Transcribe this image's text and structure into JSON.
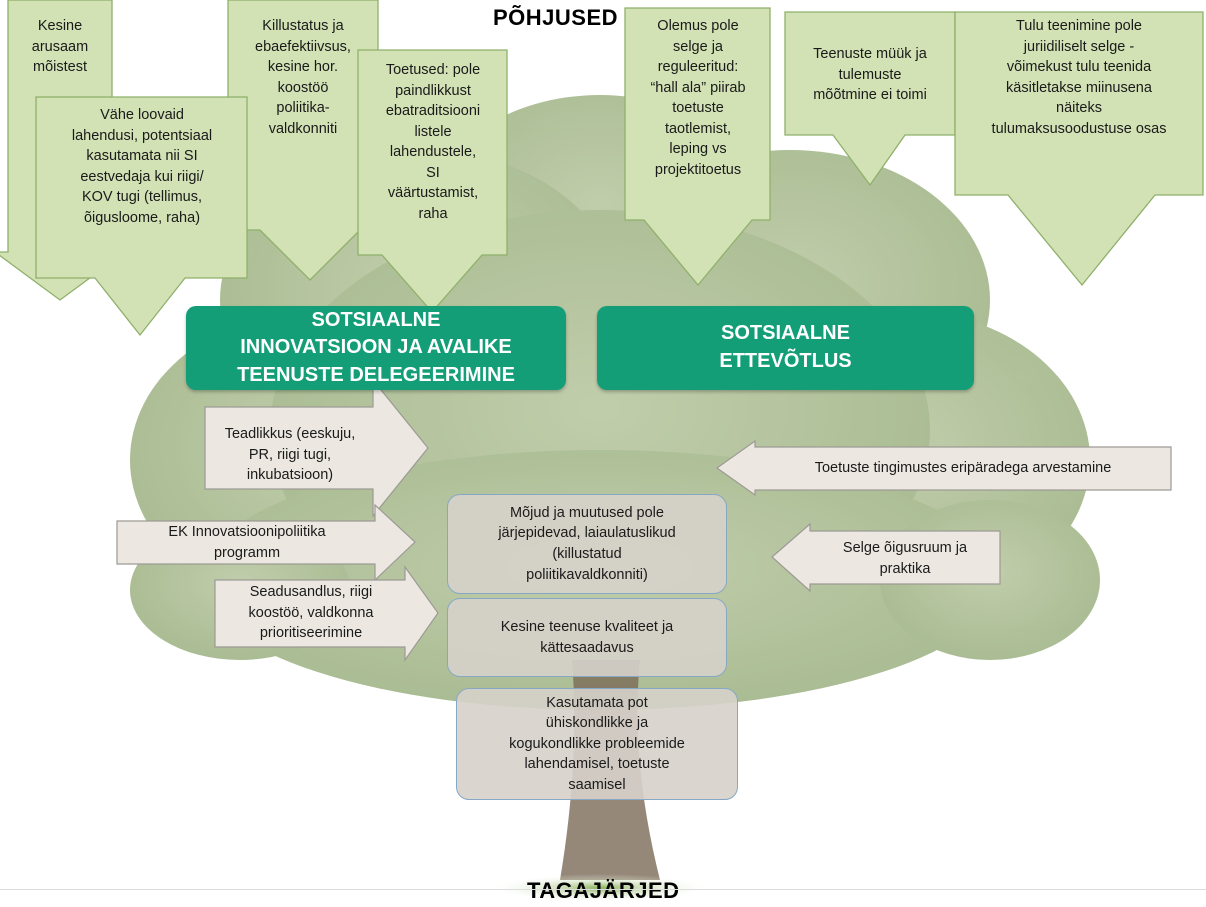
{
  "headings": {
    "top": "PÕHJUSED",
    "bottom": "TAGAJÄRJED"
  },
  "causes": {
    "c1": "Kesine\narusaam\nmõistest",
    "c2": "Vähe loovaid\nlahendusi,  potentsiaal\nkasutamata nii SI\neestvedaja kui riigi/\nKOV tugi (tellimus,\nõigusloome, raha)",
    "c3": "Killustatus ja\nebaefektiivsus,\nkesine hor.\nkoostöö\npoliitika-\nvaldkonniti",
    "c4": "Toetused: pole\npaindlikkust\nebatraditsiooni\nlistele\nlahendustele,\nSI\nväärtustamist,\nraha",
    "c5": "Olemus pole\nselge ja\nreguleeritud:\n“hall ala”  piirab\ntoetuste\ntaotlemist,\nleping vs\nprojektitoetus",
    "c6": "Teenuste müük ja\ntulemuste\nmõõtmine ei toimi",
    "c7": "Tulu teenimine pole\njuriidiliselt selge -\nvõimekust tulu teenida\nkäsitletakse miinusena\nnäiteks\ntulumaksusoodustuse osas"
  },
  "main": {
    "left": "SOTSIAALNE\nINNOVATSIOON JA AVALIKE\nTEENUSTE DELEGEERIMINE",
    "right": "SOTSIAALNE\nETTEVÕTLUS"
  },
  "solutions": {
    "s1": "Teadlikkus  (eeskuju,\nPR, riigi tugi,\ninkubatsioon)",
    "s2": "EK Innovatsioonipoliitika\nprogramm",
    "s3": "Seadusandlus, riigi\nkoostöö, valdkonna\nprioritiseerimine",
    "s4": "Toetuste tingimustes eripäradega  arvestamine",
    "s5": "Selge õigusruum ja\npraktika"
  },
  "effects": {
    "e1": "Mõjud ja muutused pole\njärjepidevad, laiaulatuslikud\n(killustatud\npoliitikavaldkonniti)",
    "e2": "Kesine teenuse kvaliteet ja\nkättesaadavus",
    "e3": "Kasutamata pot\nühiskondlikke ja\nkogukondlikke probleemide\nlahendamisel, toetuste\nsaamisel"
  },
  "colors": {
    "arrow_fill": "#d2e2b5",
    "arrow_stroke": "#8fb06a",
    "main_box": "#139e78",
    "side_arrow_fill": "#ece8e1",
    "effect_box_fill": "#d6d2ca",
    "effect_box_border": "#86a8c5",
    "foliage": "#7f9a5a",
    "trunk": "#7b6a58"
  }
}
